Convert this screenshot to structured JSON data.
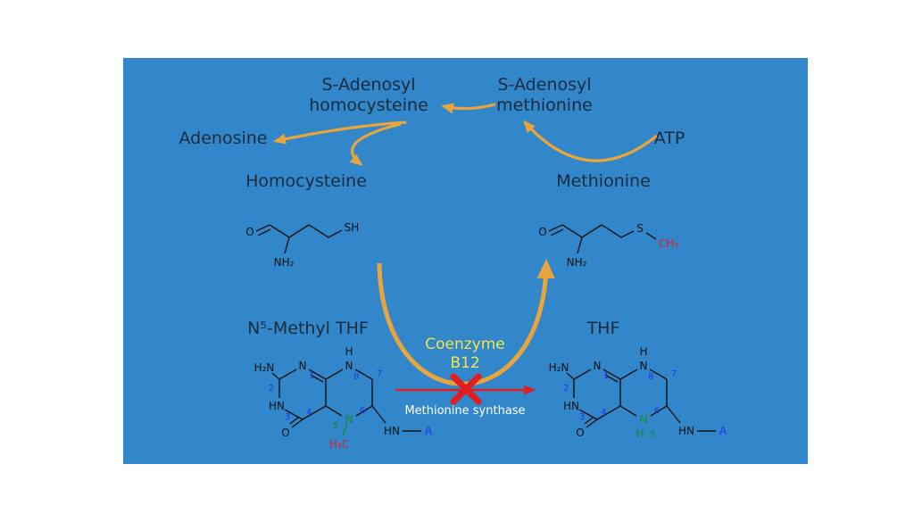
{
  "slide": {
    "background_color": "#3287cb",
    "page_background": "#ffffff"
  },
  "labels": {
    "sah": {
      "line1": "S-Adenosyl",
      "line2": "homocysteine"
    },
    "sam": {
      "line1": "S-Adenosyl",
      "line2": "methionine"
    },
    "adenosine": "Adenosine",
    "atp": "ATP",
    "homocysteine": "Homocysteine",
    "methionine": "Methionine",
    "n5_methyl_thf": "N⁵-Methyl THF",
    "thf": "THF",
    "coenzyme": {
      "line1": "Coenzyme",
      "line2": "B12"
    },
    "enzyme": "Methionine synthase"
  },
  "colors": {
    "arrow_orange": "#e9a53b",
    "coenzyme_yellow": "#f2e44c",
    "inhibition_red": "#e11d1d",
    "atom_number_blue": "#2038e8",
    "n5_green": "#0f8c2e",
    "label_dark": "#1a2b3c",
    "enzyme_white": "#ffffff",
    "bond_black": "#111111"
  },
  "homocysteine_structure": {
    "o": "O",
    "nh2": "NH₂",
    "sh": "SH"
  },
  "methionine_structure": {
    "o": "O",
    "nh2": "NH₂",
    "s": "S",
    "ch3": "CH₃"
  },
  "left_pterin": {
    "h2n": "H₂N",
    "n1": "N",
    "hn3": "HN",
    "o4": "O",
    "h8": "H",
    "n8": "N",
    "n5": "N",
    "h3c": "H₃C",
    "hn_side": "HN",
    "a": "A",
    "nums": {
      "n1": "1",
      "n2": "2",
      "n3": "3",
      "n4": "4",
      "n5": "5",
      "n6": "6",
      "n7": "7",
      "n8": "8"
    }
  },
  "right_pterin": {
    "h2n": "H₂N",
    "n1": "N",
    "hn3": "HN",
    "o4": "O",
    "h8": "H",
    "n8": "N",
    "n5": "N",
    "h5": "H",
    "hn_side": "HN",
    "a": "A",
    "nums": {
      "n1": "1",
      "n2": "2",
      "n3": "3",
      "n4": "4",
      "n5": "5",
      "n6": "6",
      "n7": "7",
      "n8": "8"
    }
  }
}
